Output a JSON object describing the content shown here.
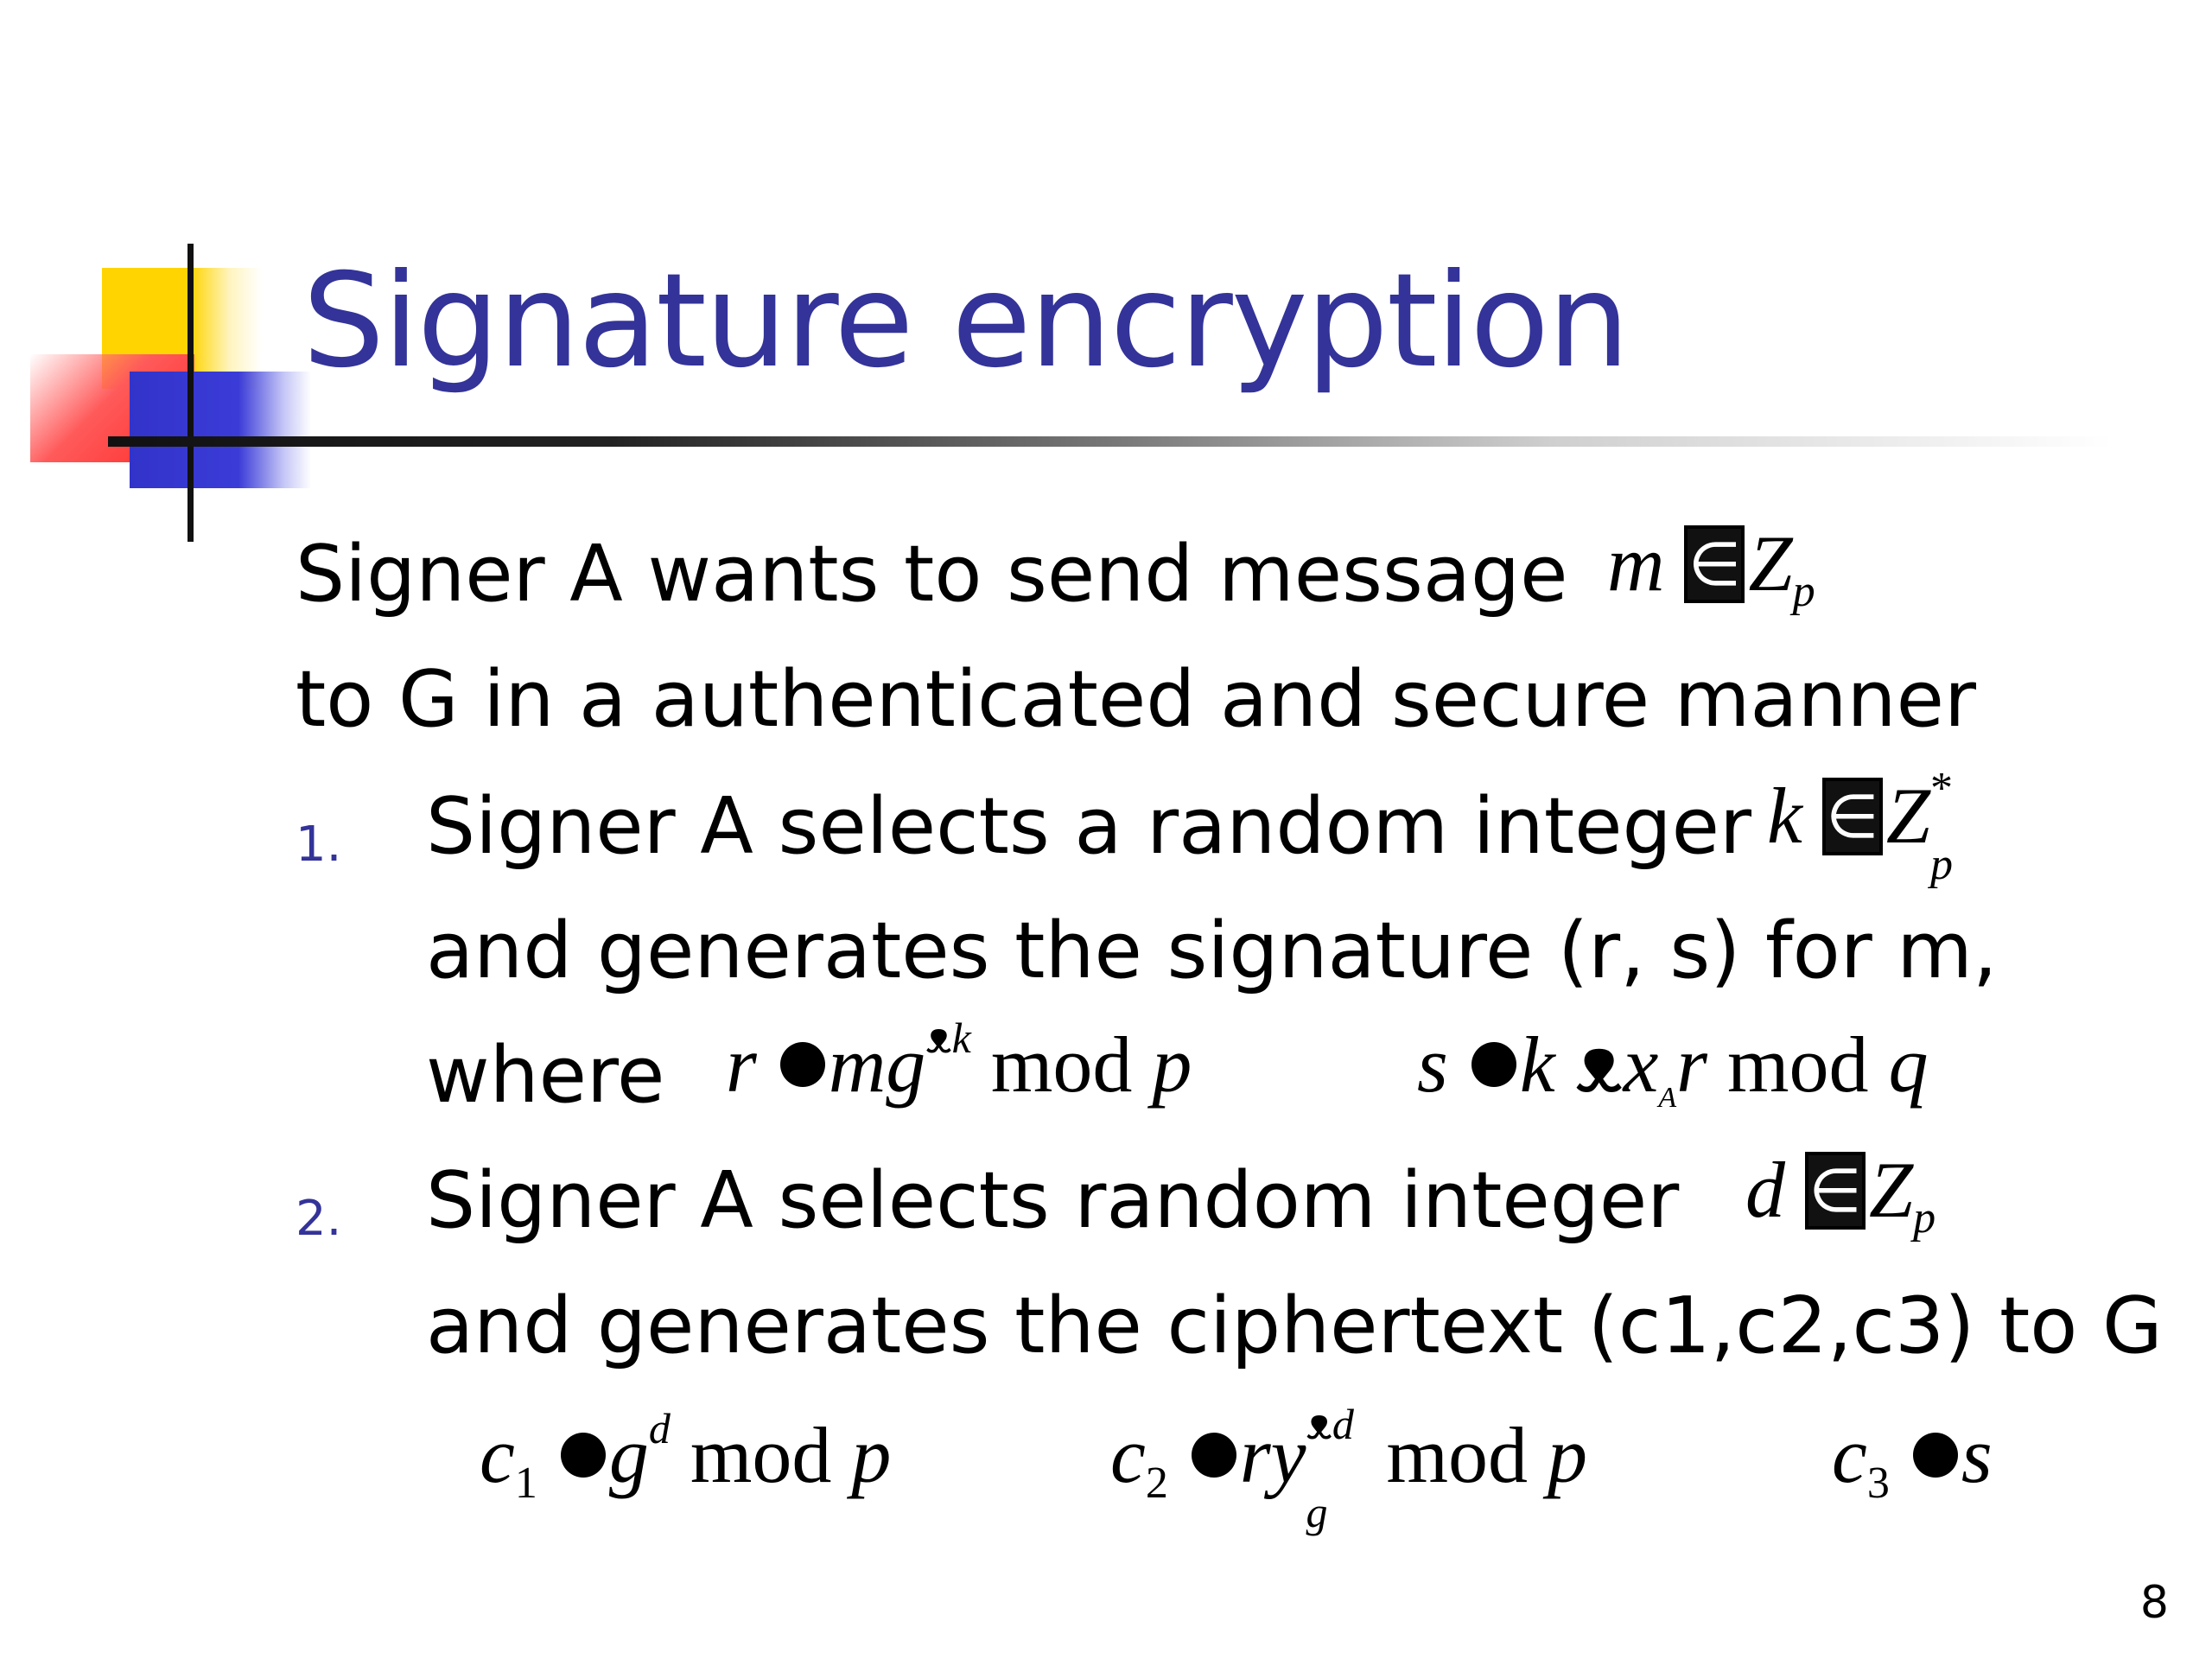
{
  "slide": {
    "title": "Signature encryption",
    "page_number": "8"
  },
  "body": {
    "intro_line1": "Signer A wants to send message",
    "intro_line2": "to G in a  authenticated and secure manner",
    "items": [
      {
        "number": "1.",
        "line1": "Signer A selects a random integer",
        "line2": "and generates the signature (r, s) for m,",
        "line3": "where"
      },
      {
        "number": "2.",
        "line1": "Signer A selects random integer",
        "line2": "and generates the ciphertext (c1,c2,c3) to G"
      }
    ]
  },
  "math": {
    "m_var": "m",
    "k_var": "k",
    "d_var": "d",
    "set": "Z",
    "set_sub": "p",
    "set_star": "*",
    "mod": "mod",
    "p": "p",
    "q": "q",
    "r": "r",
    "s": "s",
    "mg": "mg",
    "x": "x",
    "A": "A",
    "c": "c",
    "g": "g",
    "ry": "ry"
  },
  "icons": {
    "element_of": "element-of-symbol",
    "equals_dot": "filled-circle-glyph",
    "power_glyph": "ribbon-glyph"
  }
}
